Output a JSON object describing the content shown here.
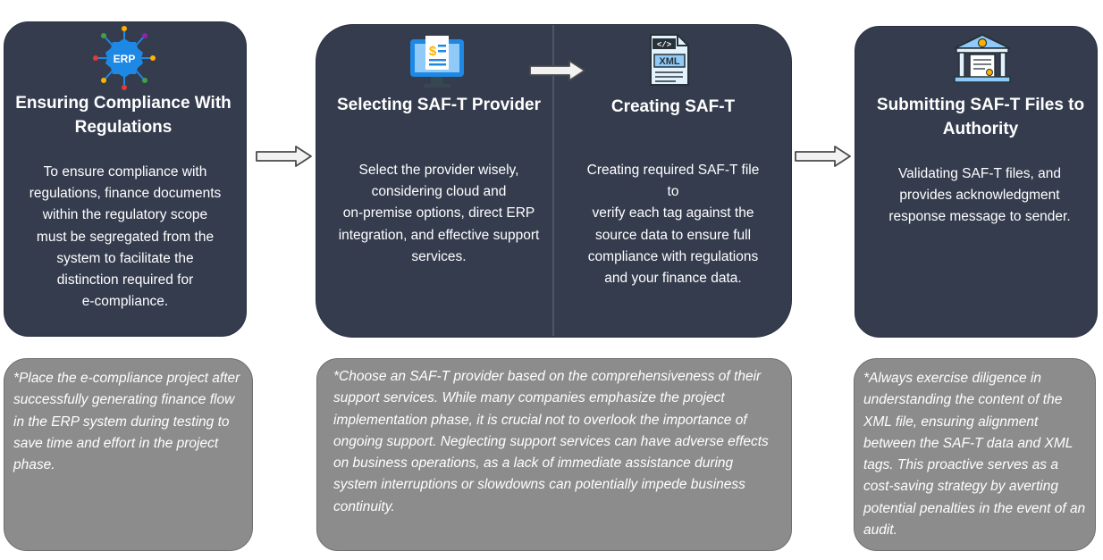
{
  "steps": [
    {
      "title": "Ensuring Compliance With Regulations",
      "icon": "erp-chip-icon",
      "icon_label": "ERP",
      "body": "To ensure compliance with\nregulations, finance documents\nwithin the regulatory scope\nmust be segregated from the\nsystem to facilitate the\ndistinction required for\ne-compliance."
    },
    {
      "title": "Selecting SAF-T Provider",
      "icon": "document-monitor-icon",
      "body": "Select the provider wisely,\nconsidering cloud and\non-premise options, direct ERP\nintegration, and effective support\nservices."
    },
    {
      "title": "Creating SAF-T",
      "icon": "xml-file-icon",
      "icon_label": "XML",
      "body": "Creating required SAF-T file\nto\nverify each tag against the\nsource data to ensure full\ncompliance with regulations\nand your finance data."
    },
    {
      "title": "Submitting SAF-T Files to Authority",
      "icon": "bank-document-icon",
      "body": "Validating SAF-T files, and\nprovides acknowledgment\nresponse message to sender."
    }
  ],
  "notes": [
    "*Place the e-compliance project after successfully generating finance flow in the ERP system during testing to save time and effort in the project phase.",
    "*Choose an SAF-T provider based on the comprehensiveness of their support services. While many companies emphasize the project implementation phase, it is crucial not to overlook the importance of ongoing support. Neglecting support services can have adverse effects on business operations, as a lack of immediate assistance during system interruptions or slowdowns can potentially impede business continuity.",
    "*Always exercise diligence in understanding the content of the XML file, ensuring alignment between the SAF-T data and  XML tags. This proactive serves as a cost-saving strategy by averting potential penalties in the event of an audit."
  ],
  "colors": {
    "card": "#343c4e",
    "note": "#8c8c8c",
    "accent_blue": "#1e88e5",
    "text": "#ffffff"
  }
}
